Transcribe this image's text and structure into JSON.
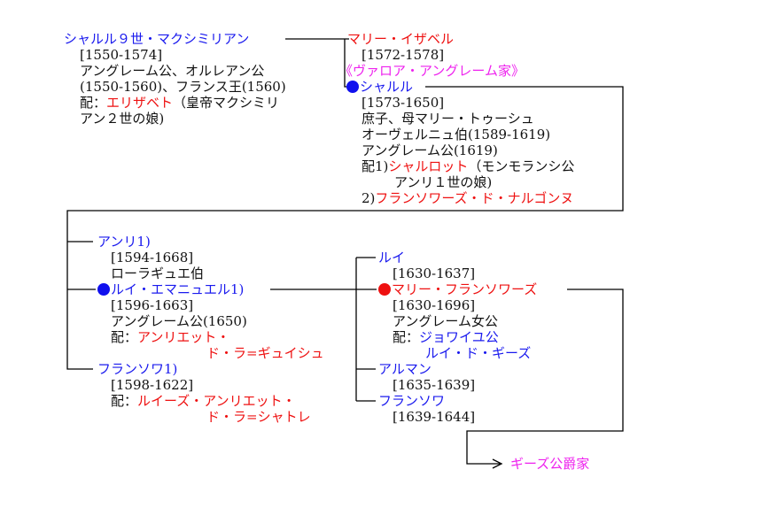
{
  "charles9": {
    "name": "シャルル９世・マクシミリアン",
    "dates": "[1550-1574]",
    "l1": "アングレーム公、オルレアン公",
    "l2": "(1550-1560)、フランス王(1560)",
    "spouse_prefix": "配：",
    "spouse": "エリザベト",
    "spouse_note": "（皇帝マクシミリ",
    "l3": "アン２世の娘)"
  },
  "marie_isabelle": {
    "name": "マリー・イザベル",
    "dates": "[1572-1578]"
  },
  "house": "《ヴァロア・アングレーム家》",
  "charles": {
    "name": "シャルル",
    "dates": "[1573-1650]",
    "l1": "庶子、母マリー・トゥーシュ",
    "l2": "オーヴェルニュ伯(1589-1619)",
    "l3": "アングレーム公(1619)",
    "s1_prefix": "配1)",
    "s1": "シャルロット",
    "s1_note": "（モンモランシ公",
    "s1_note2": "アンリ１世の娘)",
    "s2_prefix": "2)",
    "s2": "フランソワーズ・ド・ナルゴンヌ"
  },
  "henri": {
    "name": "アンリ1)",
    "dates": "[1594-1668]",
    "l1": "ローラギュエ伯"
  },
  "louis_emmanuel": {
    "name": "ルイ・エマニュエル1)",
    "dates": "[1596-1663]",
    "l1": "アングレーム公(1650)",
    "spouse_prefix": "配：",
    "spouse": "アンリエット・",
    "spouse2": "ド・ラ=ギュイシュ"
  },
  "francois1": {
    "name": "フランソワ1)",
    "dates": "[1598-1622]",
    "spouse_prefix": "配：",
    "spouse": "ルイーズ・アンリエット・",
    "spouse2": "ド・ラ=シャトレ"
  },
  "louis": {
    "name": "ルイ",
    "dates": "[1630-1637]"
  },
  "marie_francoise": {
    "name": "マリー・フランソワーズ",
    "dates": "[1630-1696]",
    "l1": "アングレーム女公",
    "spouse_prefix": "配：",
    "spouse": "ジョワイユ公",
    "spouse2": "ルイ・ド・ギーズ"
  },
  "armand": {
    "name": "アルマン",
    "dates": "[1635-1639]"
  },
  "francois2": {
    "name": "フランソワ",
    "dates": "[1639-1644]"
  },
  "guise": "ギーズ公爵家",
  "colors": {
    "male": "#1a1aee",
    "female": "#ee1111",
    "house": "#ee22ee",
    "line": "#000000"
  }
}
